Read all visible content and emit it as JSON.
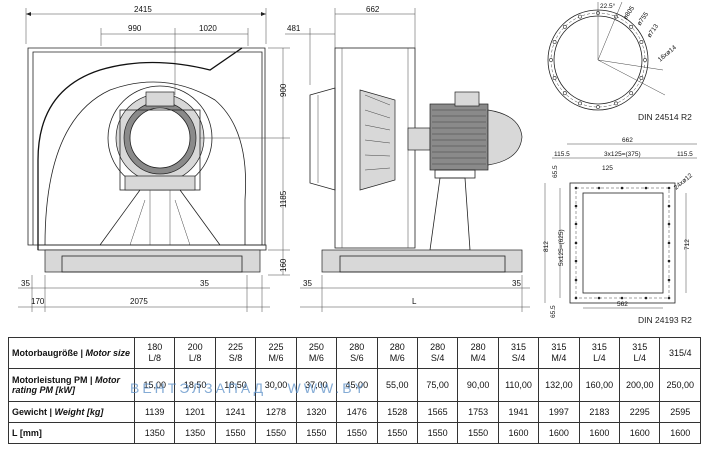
{
  "front_view": {
    "dims": {
      "total_width": "2415",
      "left_half": "990",
      "right_half": "1020",
      "height_top": "900",
      "height_main": "1185",
      "base_height": "160",
      "left_offset": "35",
      "left_edge": "170",
      "base_length": "2075",
      "right_offset": "35"
    }
  },
  "side_view": {
    "dims": {
      "depth": "662",
      "inlet": "481",
      "offset_left": "35",
      "offset_right": "35",
      "length_label": "L"
    }
  },
  "inlet_flange": {
    "dims": {
      "angle": "22.5°",
      "d1": "ø805",
      "d2": "ø755",
      "d3": "ø713",
      "holes": "16xø14"
    },
    "standard": "DIN 24514 R2"
  },
  "outlet_flange": {
    "dims": {
      "width": "662",
      "left": "115.5",
      "spacing": "3x125=(375)",
      "right": "115.5",
      "top": "65.5",
      "pitch": "125",
      "holes": "24xø12",
      "height": "812",
      "vert_spacing": "5x125=(625)",
      "inner_height": "712",
      "bottom": "65.5",
      "base_width": "562"
    },
    "standard": "DIN 24193 R2"
  },
  "table": {
    "rows": [
      {
        "label_de": "Motorbaugröße |",
        "label_en": "Motor size",
        "cells": [
          [
            "180",
            "L/8"
          ],
          [
            "200",
            "L/8"
          ],
          [
            "225",
            "S/8"
          ],
          [
            "225",
            "M/6"
          ],
          [
            "250",
            "M/6"
          ],
          [
            "280",
            "S/6"
          ],
          [
            "280",
            "M/6"
          ],
          [
            "280",
            "S/4"
          ],
          [
            "280",
            "M/4"
          ],
          [
            "315",
            "S/4"
          ],
          [
            "315",
            "M/4"
          ],
          [
            "315",
            "L/4"
          ],
          [
            "315",
            "L/4"
          ],
          [
            "315/4",
            ""
          ]
        ]
      },
      {
        "label_de": "Motorleistung PM |",
        "label_en": "Motor rating PM [kW]",
        "cells": [
          "15,00",
          "18,50",
          "18,50",
          "30,00",
          "37,00",
          "45,00",
          "55,00",
          "75,00",
          "90,00",
          "110,00",
          "132,00",
          "160,00",
          "200,00",
          "250,00"
        ]
      },
      {
        "label_de": "Gewicht |",
        "label_en": "Weight [kg]",
        "cells": [
          "1139",
          "1201",
          "1241",
          "1278",
          "1320",
          "1476",
          "1528",
          "1565",
          "1753",
          "1941",
          "1997",
          "2183",
          "2295",
          "2595"
        ]
      },
      {
        "label_de": "L [mm]",
        "label_en": "",
        "cells": [
          "1350",
          "1350",
          "1550",
          "1550",
          "1550",
          "1550",
          "1550",
          "1550",
          "1550",
          "1600",
          "1600",
          "1600",
          "1600",
          "1600"
        ]
      }
    ]
  },
  "watermark": "ВЕНТЭЛЗАПАД · WWW.BY"
}
